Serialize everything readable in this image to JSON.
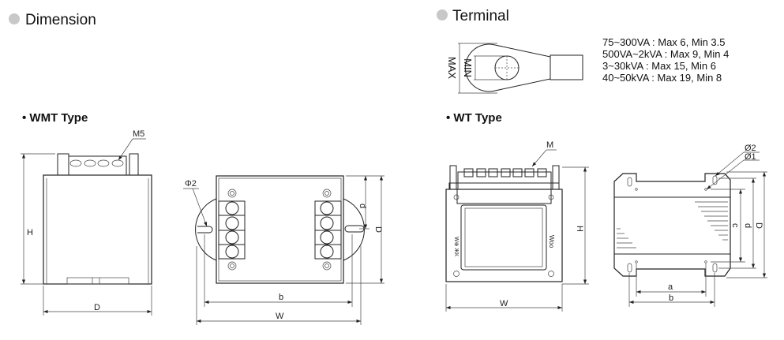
{
  "sections": {
    "dimension": {
      "title": "Dimension"
    },
    "terminal": {
      "title": "Terminal",
      "max_label": "MAX",
      "min_label": "MIN",
      "specs": [
        "75~300VA : Max 6,  Min 3.5",
        "500VA~2kVA : Max 9,  Min 4",
        "3~30kVA : Max 15,  Min 6",
        "40~50kVA : Max 19,  Min 8"
      ]
    }
  },
  "wmt": {
    "title": "• WMT Type",
    "side": {
      "screw": "M5",
      "height": "H",
      "depth": "D"
    },
    "top": {
      "hole": "Φ2",
      "d": "d",
      "D": "D",
      "b": "b",
      "W": "W"
    }
  },
  "wt": {
    "title": "• WT Type",
    "front": {
      "screw": "M",
      "height": "H",
      "width": "W"
    },
    "side": {
      "hole2": "Ø2",
      "hole1": "Ø1",
      "c": "c",
      "d": "d",
      "D": "D",
      "a": "a",
      "b": "b"
    }
  },
  "colors": {
    "bullet": "#c8c8c8",
    "line": "#222222"
  }
}
